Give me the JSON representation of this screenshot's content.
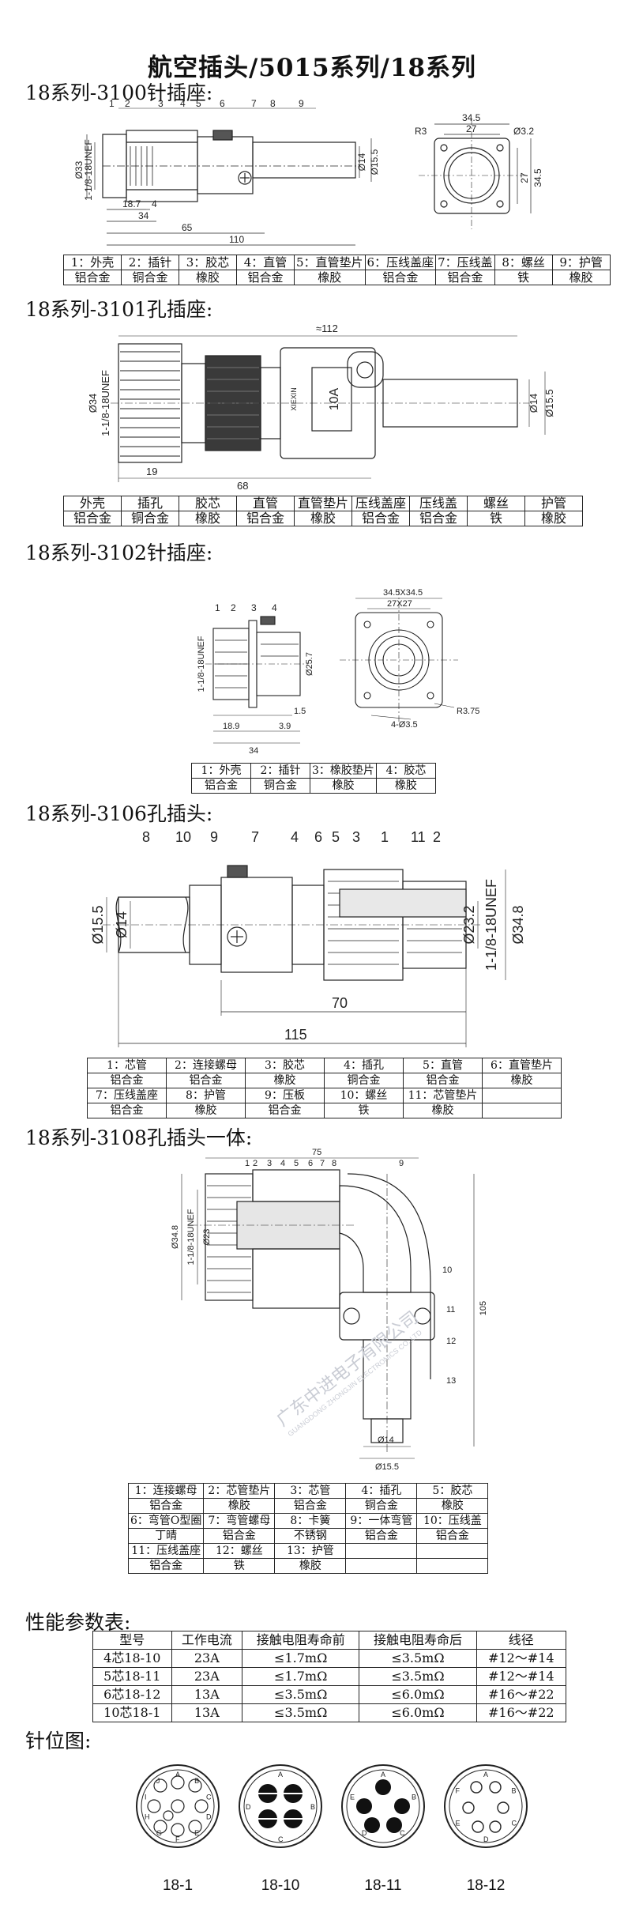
{
  "title": "航空插头/5015系列/18系列",
  "sections": {
    "s3100": "18系列-3100针插座:",
    "s3101": "18系列-3101孔插座:",
    "s3102": "18系列-3102针插座:",
    "s3106": "18系列-3106孔插头:",
    "s3108": "18系列-3108孔插头一体:",
    "perf": "性能参数表:",
    "pins": "针位图:"
  },
  "dims3100": {
    "d33": "Ø33",
    "unef": "1-1/8-18UNEF",
    "d14": "Ø14",
    "d155": "Ø15.5",
    "l187": "18.7",
    "l4": "4",
    "l34": "34",
    "l65": "65",
    "l110": "110",
    "r3": "R3",
    "w345": "34.5",
    "w27": "27",
    "d32": "Ø3.2",
    "h27": "27",
    "h345": "34.5",
    "callouts": [
      "1",
      "2",
      "3",
      "4",
      "5",
      "6",
      "7",
      "8",
      "9"
    ]
  },
  "dims3101": {
    "l112": "≈112",
    "d34": "Ø34",
    "unef": "1-1/8-18UNEF",
    "l19": "19",
    "l68": "68",
    "d14": "Ø14",
    "d155": "Ø15.5",
    "amp": "10A",
    "brand": "XIEXIN"
  },
  "dims3102": {
    "sq": "34.5X34.5",
    "inner": "27X27",
    "unef": "1-1/8-18UNEF",
    "d257": "Ø25.7",
    "l15": "1.5",
    "l189": "18.9",
    "l39": "3.9",
    "l34": "34",
    "holes": "4-Ø3.5",
    "r375": "R3.75",
    "callouts": [
      "1",
      "2",
      "3",
      "4"
    ]
  },
  "dims3106": {
    "d155": "Ø15.5",
    "d14": "Ø14",
    "d232": "Ø23.2",
    "unef": "1-1/8-18UNEF",
    "d348": "Ø34.8",
    "l70": "70",
    "l115": "115",
    "callouts": [
      "8",
      "10",
      "9",
      "7",
      "4",
      "6",
      "5",
      "3",
      "1",
      "11",
      "2"
    ]
  },
  "dims3108": {
    "l75": "75",
    "d348": "Ø34.8",
    "unef": "1-1/8-18UNEF",
    "d23": "Ø23",
    "l105": "105",
    "d14": "Ø14",
    "d155": "Ø15.5",
    "callouts": [
      "1",
      "2",
      "3",
      "4",
      "5",
      "6",
      "7",
      "8",
      "9",
      "10",
      "11",
      "12",
      "13"
    ]
  },
  "table3100": [
    [
      "1：外壳",
      "2：插针",
      "3：胶芯",
      "4：直管",
      "5：直管垫片",
      "6：压线盖座",
      "7：压线盖",
      "8：螺丝",
      "9：护管"
    ],
    [
      "铝合金",
      "铜合金",
      "橡胶",
      "铝合金",
      "橡胶",
      "铝合金",
      "铝合金",
      "铁",
      "橡胶"
    ]
  ],
  "table3101": [
    [
      "外壳",
      "插孔",
      "胶芯",
      "直管",
      "直管垫片",
      "压线盖座",
      "压线盖",
      "螺丝",
      "护管"
    ],
    [
      "铝合金",
      "铜合金",
      "橡胶",
      "铝合金",
      "橡胶",
      "铝合金",
      "铝合金",
      "铁",
      "橡胶"
    ]
  ],
  "table3102": [
    [
      "1：外壳",
      "2：插针",
      "3：橡胶垫片",
      "4：胶芯"
    ],
    [
      "铝合金",
      "铜合金",
      "橡胶",
      "橡胶"
    ]
  ],
  "table3106": [
    [
      "1：芯管",
      "2：连接螺母",
      "3：胶芯",
      "4：插孔",
      "5：直管",
      "6：直管垫片"
    ],
    [
      "铝合金",
      "铝合金",
      "橡胶",
      "铜合金",
      "铝合金",
      "橡胶"
    ],
    [
      "7：压线盖座",
      "8：护管",
      "9：压板",
      "10：螺丝",
      "11：芯管垫片",
      ""
    ],
    [
      "铝合金",
      "橡胶",
      "铝合金",
      "铁",
      "橡胶",
      ""
    ]
  ],
  "table3108": [
    [
      "1：连接螺母",
      "2：芯管垫片",
      "3：芯管",
      "4：插孔",
      "5：胶芯"
    ],
    [
      "铝合金",
      "橡胶",
      "铝合金",
      "铜合金",
      "橡胶"
    ],
    [
      "6：弯管O型圈",
      "7：弯管螺母",
      "8：卡簧",
      "9：一体弯管",
      "10：压线盖"
    ],
    [
      "丁晴",
      "铝合金",
      "不锈钢",
      "铝合金",
      "铝合金"
    ],
    [
      "11：压线盖座",
      "12：螺丝",
      "13：护管",
      "",
      ""
    ],
    [
      "铝合金",
      "铁",
      "橡胶",
      "",
      ""
    ]
  ],
  "perf_table": {
    "headers": [
      "型号",
      "工作电流",
      "接触电阻寿命前",
      "接触电阻寿命后",
      "线径"
    ],
    "rows": [
      [
        "4芯18-10",
        "23A",
        "≤1.7mΩ",
        "≤3.5mΩ",
        "#12～#14"
      ],
      [
        "5芯18-11",
        "23A",
        "≤1.7mΩ",
        "≤3.5mΩ",
        "#12～#14"
      ],
      [
        "6芯18-12",
        "13A",
        "≤3.5mΩ",
        "≤6.0mΩ",
        "#16～#22"
      ],
      [
        "10芯18-1",
        "13A",
        "≤3.5mΩ",
        "≤6.0mΩ",
        "#16～#22"
      ]
    ]
  },
  "pin_layouts": [
    {
      "label": "18-1",
      "letters": [
        "A",
        "B",
        "C",
        "D",
        "E",
        "F",
        "G",
        "H",
        "I",
        "J"
      ]
    },
    {
      "label": "18-10",
      "letters": [
        "A",
        "B",
        "C",
        "D"
      ]
    },
    {
      "label": "18-11",
      "letters": [
        "A",
        "B",
        "C",
        "D",
        "E"
      ]
    },
    {
      "label": "18-12",
      "letters": [
        "A",
        "B",
        "C",
        "D",
        "E",
        "F"
      ]
    }
  ],
  "watermark": "广东中进电子有限公司",
  "watermark_en": "GUANGDONG ZHONGJIN ELECTRONICS CO.,LTD"
}
